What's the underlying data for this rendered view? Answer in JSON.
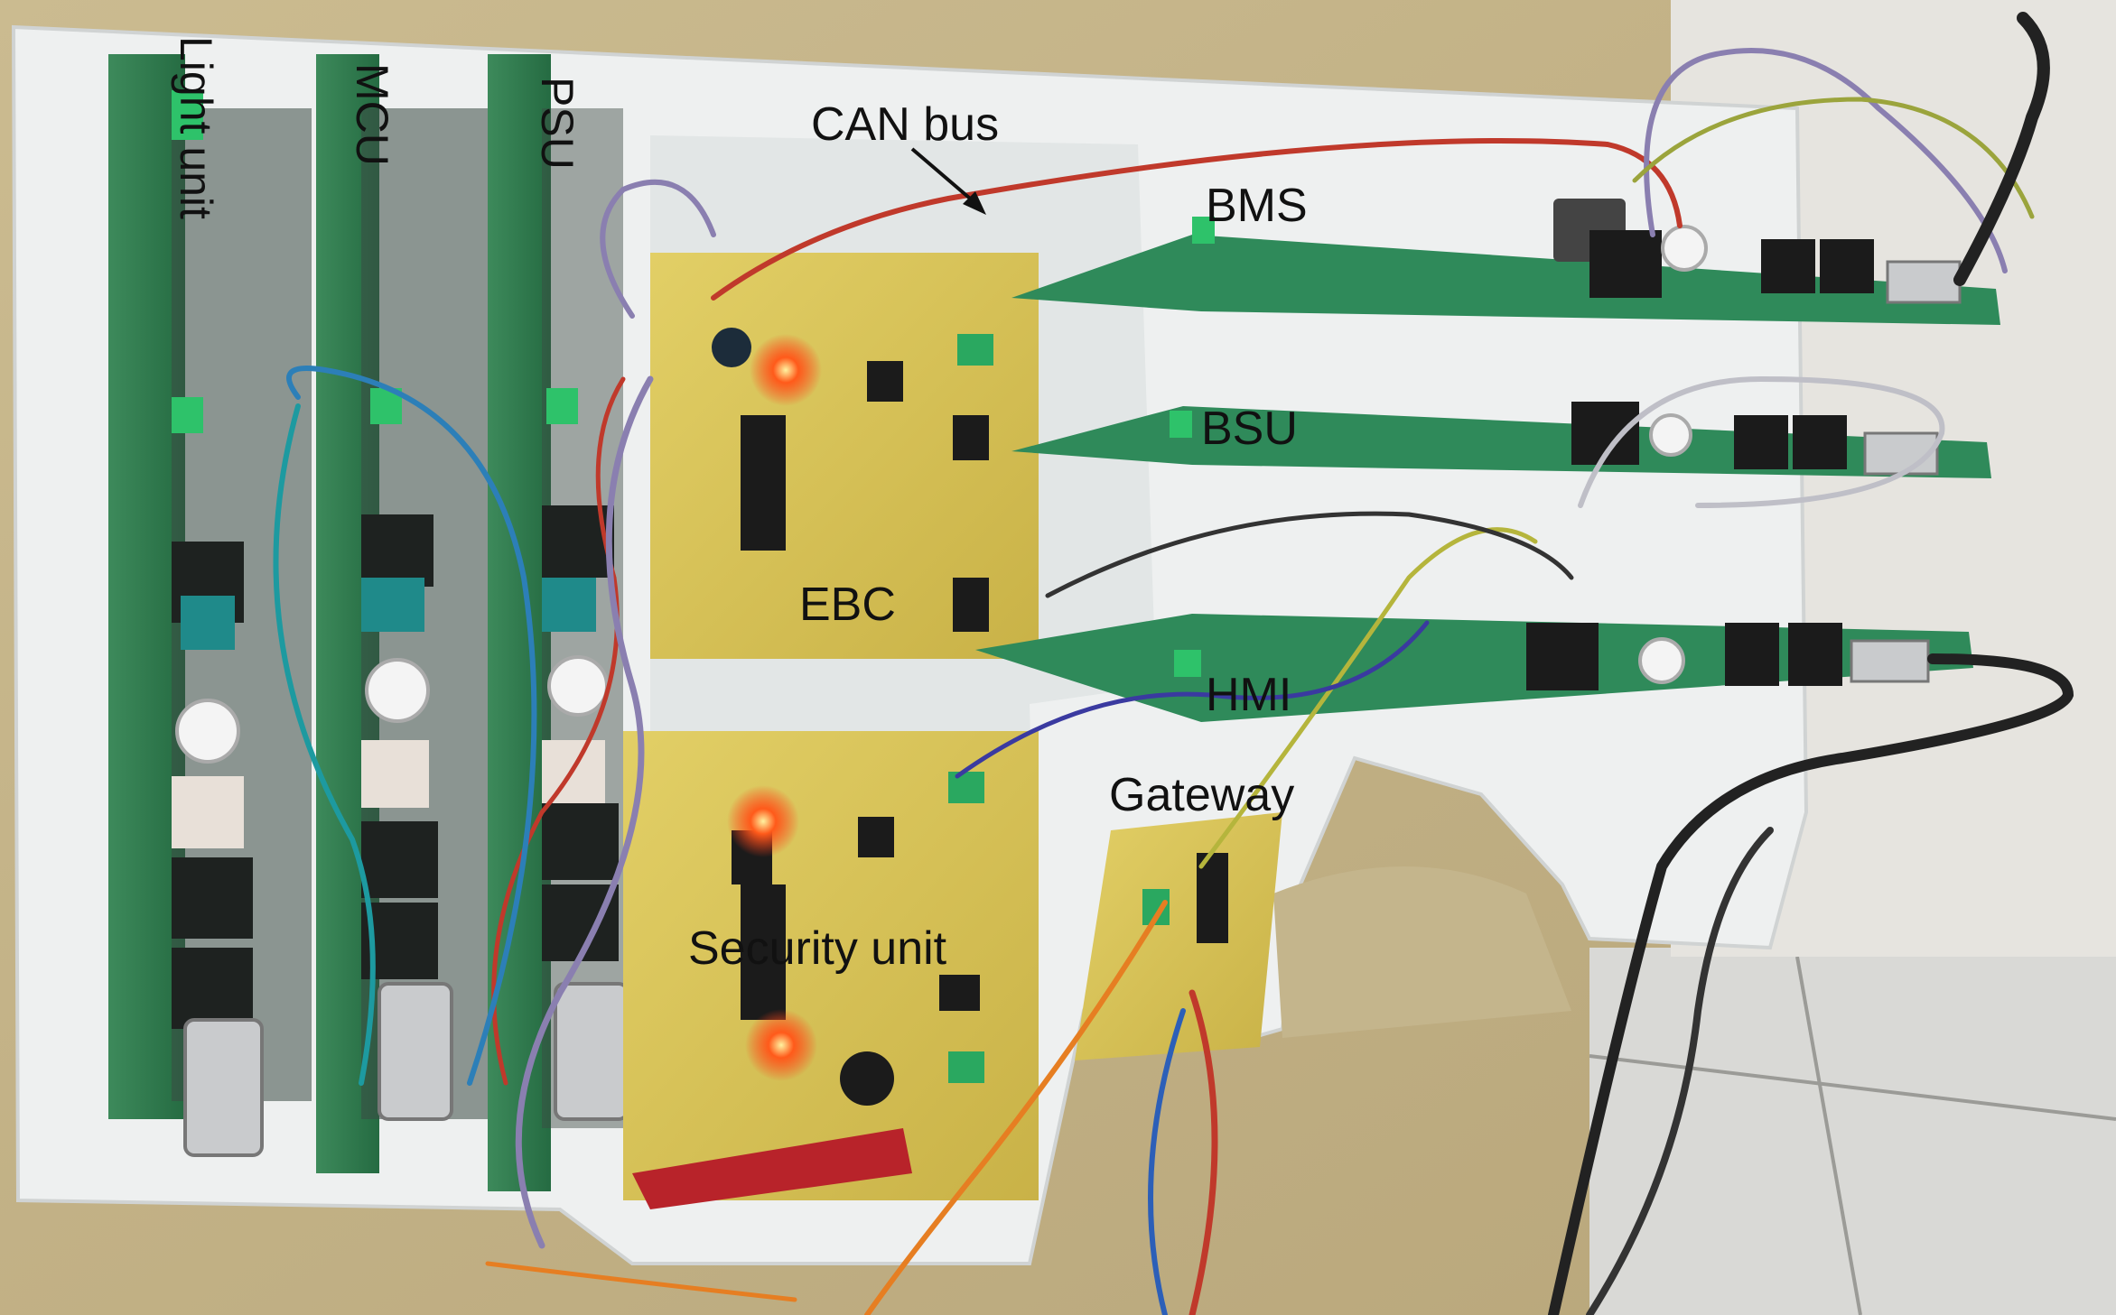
{
  "labels": {
    "light_unit": "Light unit",
    "mcu": "MCU",
    "psu": "PSU",
    "can_bus": "CAN bus",
    "bms": "BMS",
    "bsu": "BSU",
    "ebc": "EBC",
    "hmi": "HMI",
    "gateway": "Gateway",
    "security_unit": "Security unit"
  },
  "colors": {
    "background_cardboard": "#c9b98f",
    "foam": "#eef0f0",
    "pcb_green": "#2f7d4f",
    "pcb_yellow": "#d8c45a",
    "wire_red": "#c0392b",
    "wire_purple": "#8a7fb0",
    "led_red": "#ff3b1a"
  }
}
